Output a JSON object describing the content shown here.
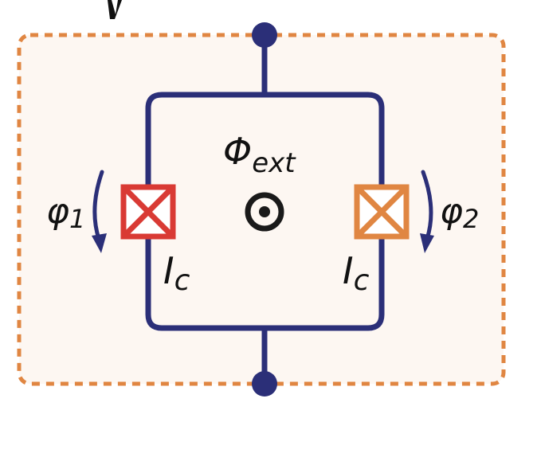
{
  "diagram": {
    "flux_symbol": "Φ",
    "flux_subscript": "ext",
    "phase_left_symbol": "φ",
    "phase_left_subscript": "1",
    "phase_right_symbol": "φ",
    "phase_right_subscript": "2",
    "critical_current_left_symbol": "I",
    "critical_current_left_subscript": "c",
    "critical_current_right_symbol": "I",
    "critical_current_right_subscript": "c",
    "colors": {
      "wire": "#2b2f78",
      "junction_left": "#d93a34",
      "junction_right": "#e08642",
      "box_border": "#e08642",
      "box_fill": "#fdf7f2",
      "arrow": "#2b2f78",
      "text": "#111111"
    },
    "icons": {
      "flux_out_of_page": "dot-in-circle",
      "junction": "box-with-x"
    }
  }
}
